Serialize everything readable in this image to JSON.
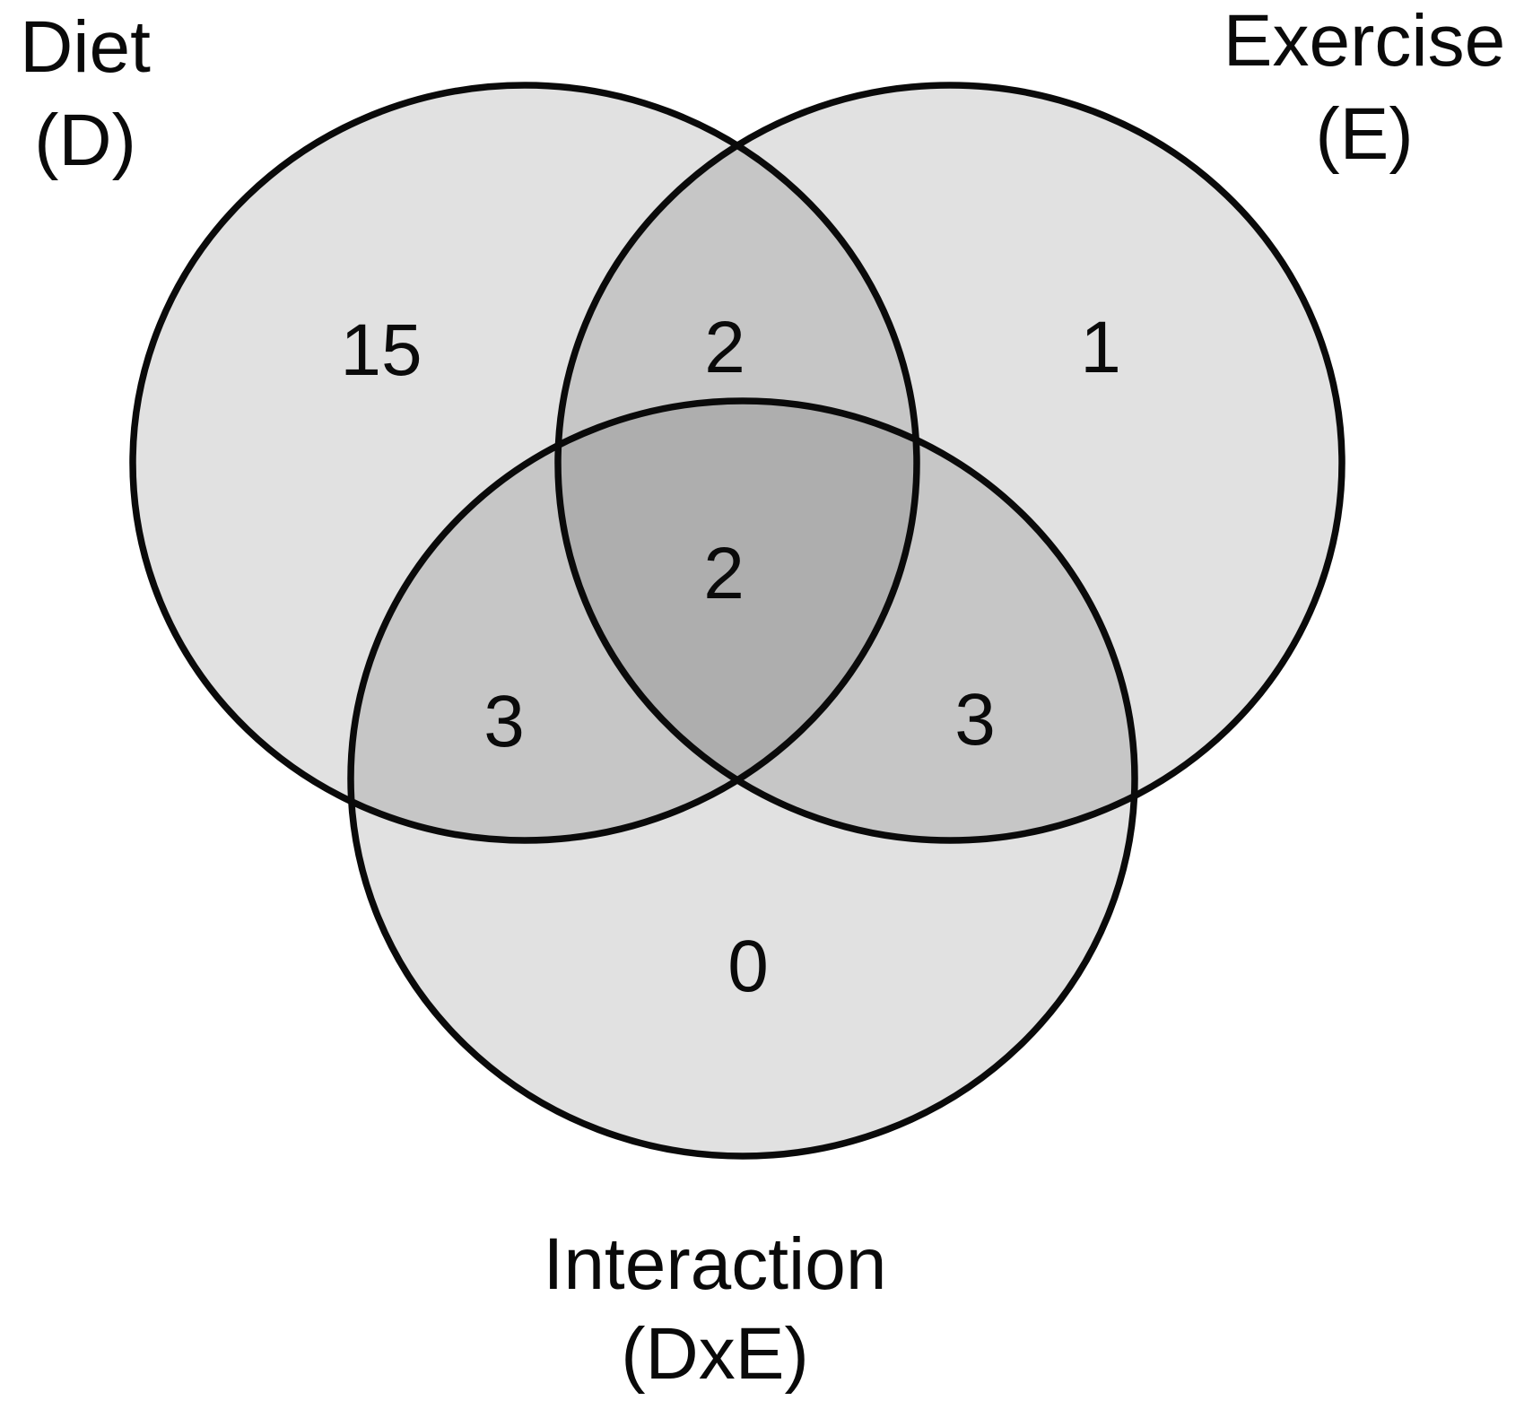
{
  "figure": {
    "colors": {
      "background": "#ffffff",
      "outline": "#0a0a0a",
      "region_overlay": "#000000",
      "region_opacity": "0.118",
      "text": "#0a0a0a"
    }
  },
  "venn": {
    "sets": [
      {
        "name": "Diet",
        "abbr": "(D)"
      },
      {
        "name": "Exercise",
        "abbr": "(E)"
      },
      {
        "name": "Interaction",
        "abbr": "(DxE)"
      }
    ],
    "regions": {
      "d_only": "15",
      "e_only": "1",
      "dxe_only": "0",
      "d_e": "2",
      "d_dxe": "3",
      "e_dxe": "3",
      "d_e_dxe": "2"
    }
  }
}
